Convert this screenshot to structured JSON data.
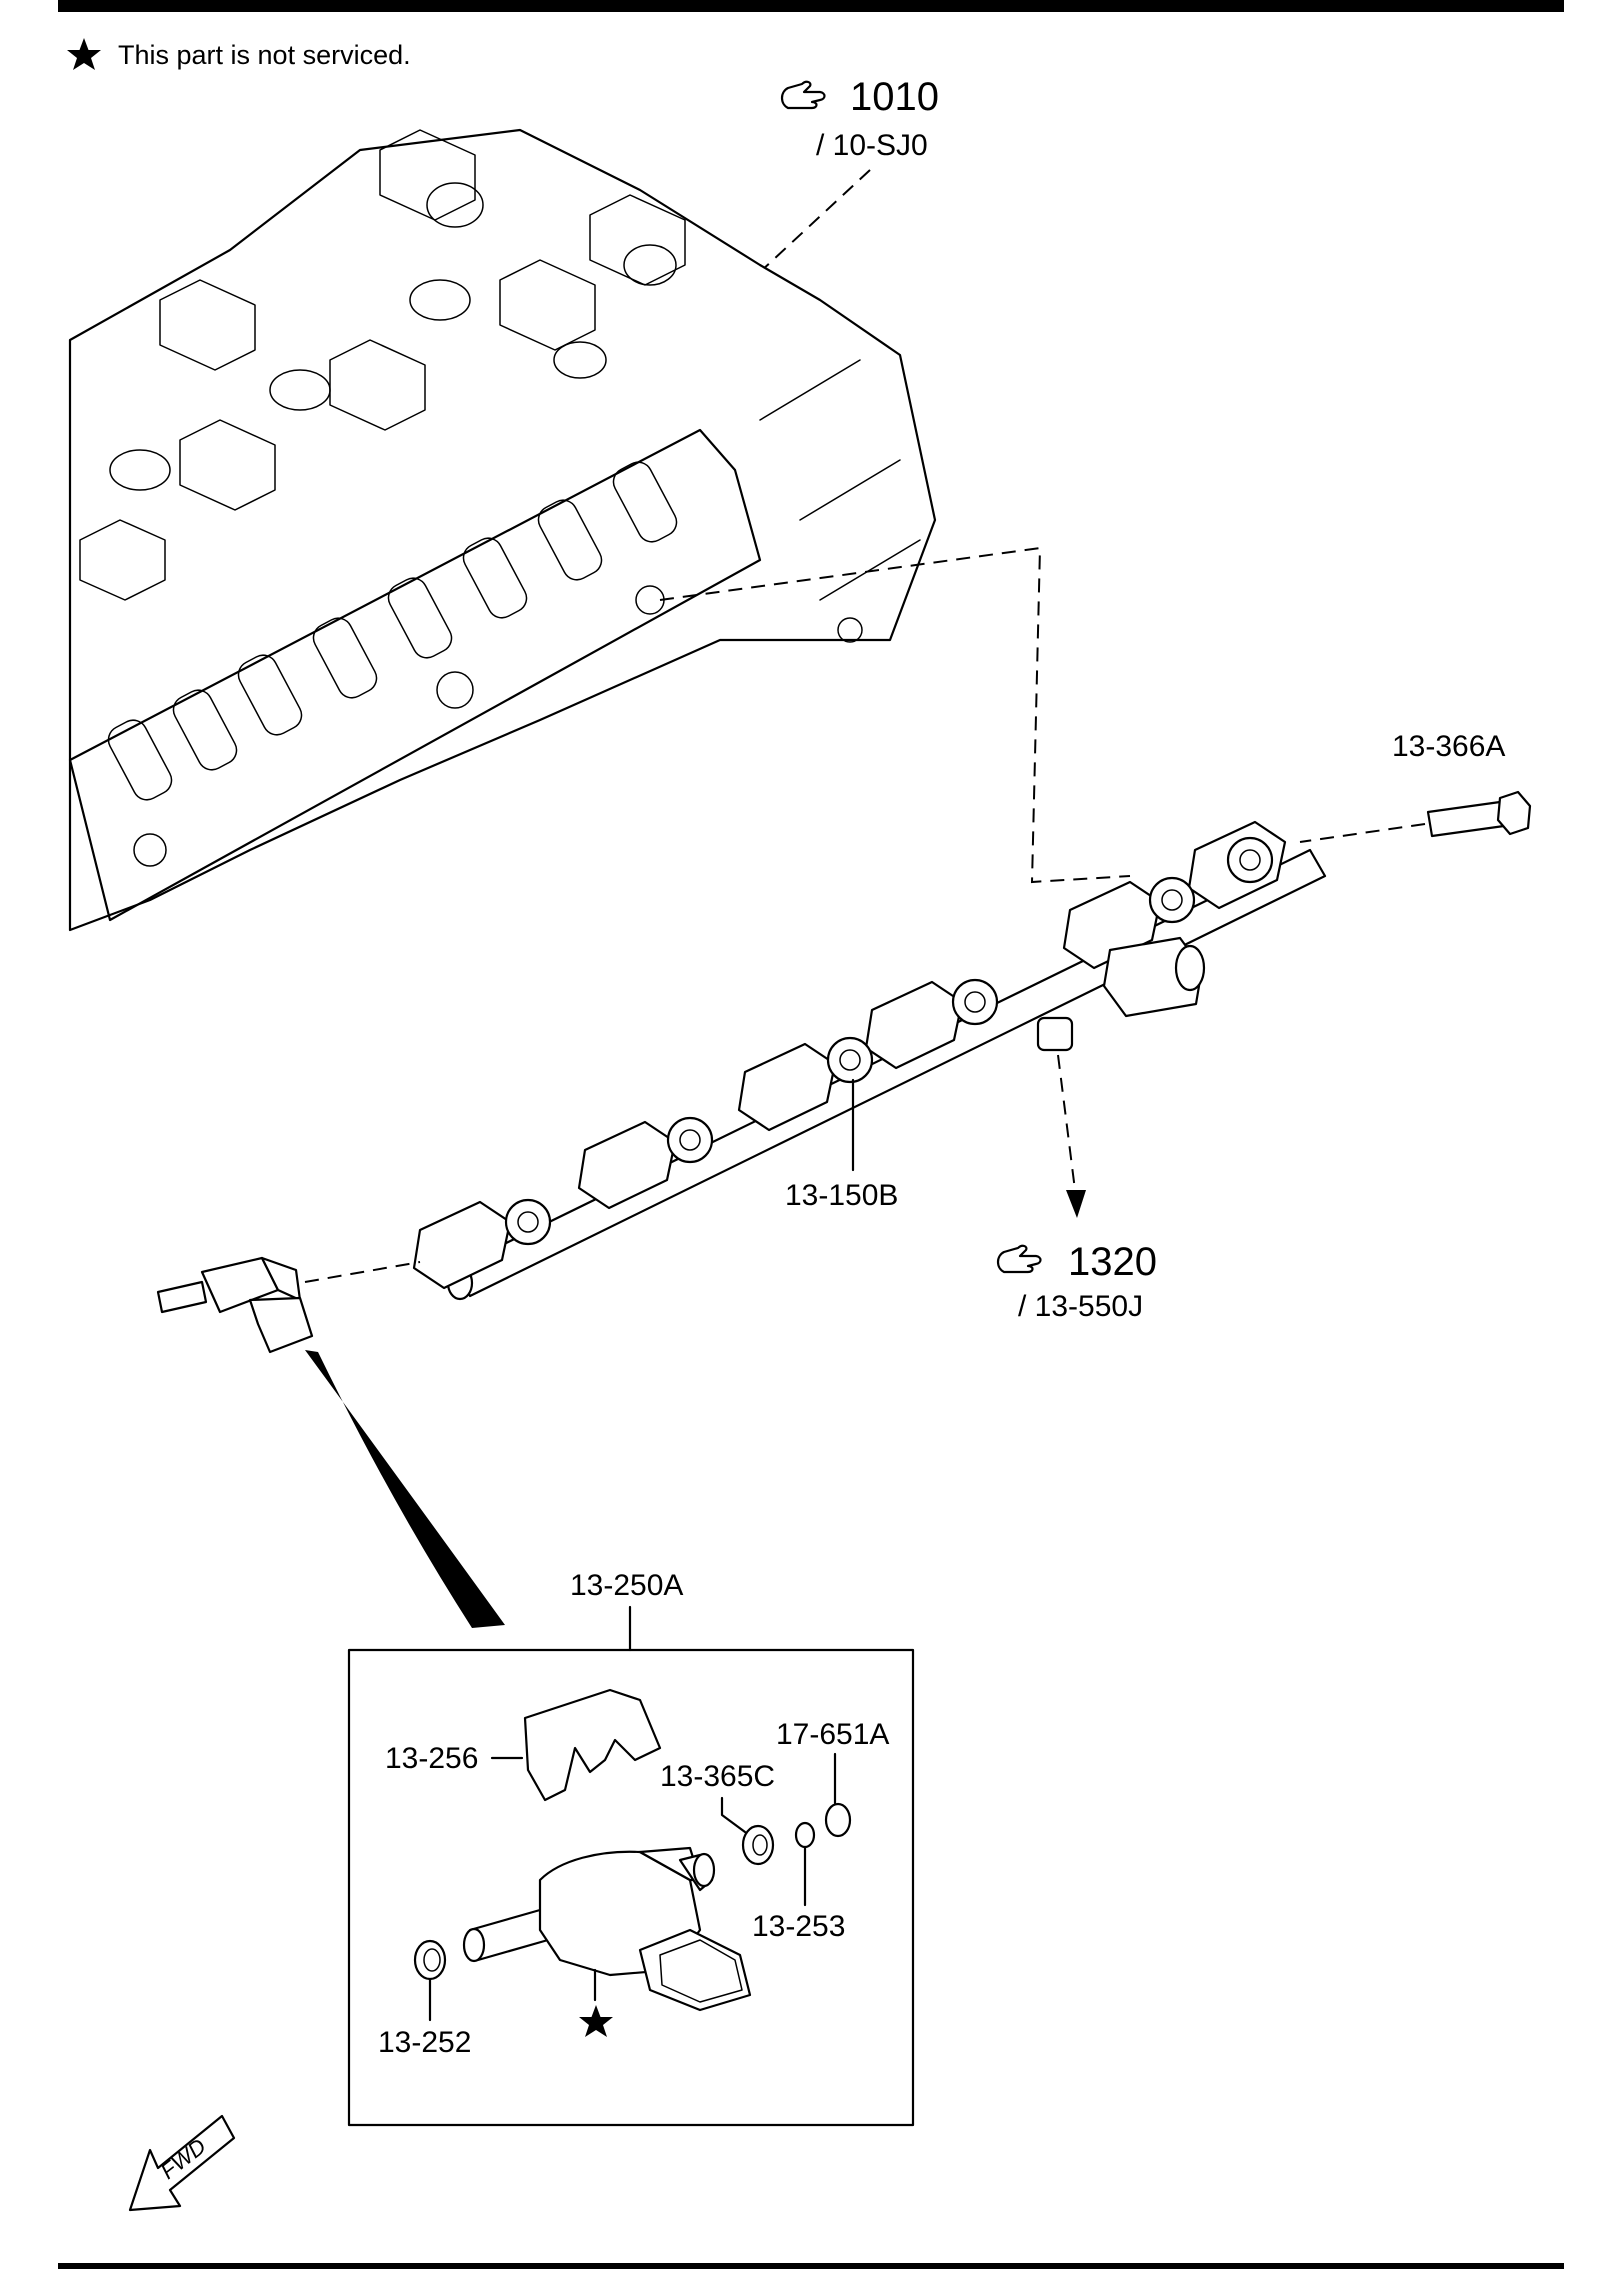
{
  "legend": {
    "star_note": "This part is not serviced."
  },
  "references": {
    "ref_1010": {
      "number": "1010",
      "sub": "/ 10-SJ0"
    },
    "ref_1320": {
      "number": "1320",
      "sub": "/ 13-550J"
    }
  },
  "parts": {
    "bolt": "13-366A",
    "fuel_rail": "13-150B",
    "injector_assy": "13-250A",
    "clip": "13-256",
    "washer_c": "13-365C",
    "o_ring_a": "17-651A",
    "o_ring_253": "13-253",
    "seal_252": "13-252"
  },
  "fwd": "FWD",
  "icons": {
    "legend_star": "star-icon",
    "pointing_hand": "hand-pointer-icon",
    "fwd_arrow": "fwd-arrow-icon"
  }
}
